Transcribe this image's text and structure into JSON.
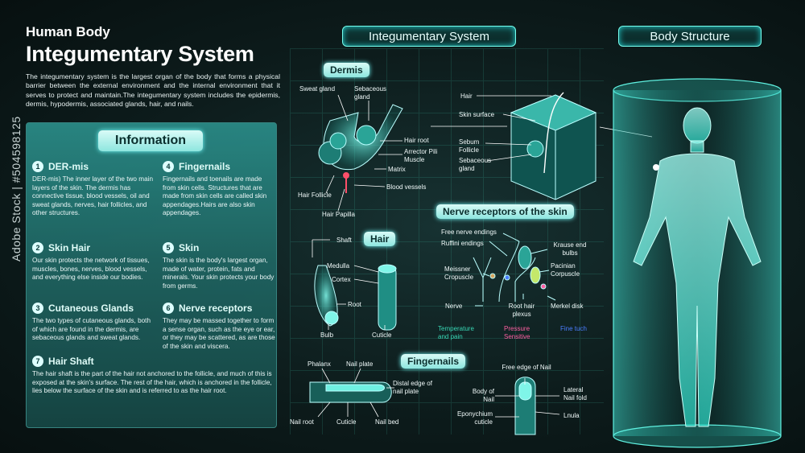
{
  "header": {
    "kicker": "Human Body",
    "title": "Integumentary System",
    "intro": "The integumentary system is the largest organ of the body that forms a physical barrier between the external environment and the internal environment that it serves to protect and maintain.The integumentary system includes the epidermis, dermis, hypodermis, associated glands, hair, and nails."
  },
  "info": {
    "title": "Information",
    "items": [
      {
        "num": "1",
        "title": "DER-mis",
        "text": "DER-mis) The inner layer of the two main layers of the skin. The dermis has connective tissue, blood vessels, oil and sweat glands, nerves, hair follicles, and other structures."
      },
      {
        "num": "2",
        "title": "Skin Hair",
        "text": "Our skin protects the network of tissues, muscles, bones, nerves, blood vessels, and everything else inside our bodies."
      },
      {
        "num": "3",
        "title": "Cutaneous Glands",
        "text": "The two types of cutaneous glands, both of which are found in the dermis, are sebaceous glands and sweat glands."
      },
      {
        "num": "4",
        "title": "Fingernails",
        "text": "Fingernails and toenails are made from skin cells. Structures that are made from skin cells are called skin appendages.Hairs are also skin appendages."
      },
      {
        "num": "5",
        "title": "Skin",
        "text": "The skin is the body's largest organ, made of water, protein, fats and minerals. Your skin protects your body from germs."
      },
      {
        "num": "6",
        "title": "Nerve receptors",
        "text": "They may be massed together to form a sense organ, such as the eye or ear, or they may be scattered, as are those of the skin and viscera."
      },
      {
        "num": "7",
        "title": "Hair Shaft",
        "text": "The hair shaft is the part of the hair not anchored to the follicle, and much of this is exposed at the skin's surface. The rest of the hair, which is anchored in the follicle, lies below the surface of the skin and is referred to as the hair root."
      }
    ]
  },
  "sections": {
    "integumentary": "Integumentary System",
    "body": "Body Structure",
    "dermis": "Dermis",
    "hair": "Hair",
    "nerve": "Nerve receptors of the skin",
    "nails": "Fingernails"
  },
  "dermis_labels": {
    "sweat": "Sweat gland",
    "sebaceous": "Sebaceous gland",
    "hair_root": "Hair root",
    "arrector": "Arrector Pili Muscle",
    "matrix": "Matrix",
    "blood": "Blood vessels",
    "follicle": "Hair Follicle",
    "papilla": "Hair Papilla"
  },
  "skin_labels": {
    "hair": "Hair",
    "surface": "Skin surface",
    "sebum": "Sebum Follicle",
    "sebaceous": "Sebaceous gland"
  },
  "hair_labels": {
    "shaft": "Shaft",
    "medulla": "Medulla",
    "cortex": "Cortex",
    "root": "Root",
    "bulb": "Bulb",
    "cuticle": "Cuticle"
  },
  "nerve_labels": {
    "free": "Free nerve endings",
    "ruffini": "Ruffini endings",
    "krause": "Krause end bulbs",
    "meissner": "Meissner Cropuscle",
    "pacinian": "Pacinian Corpuscle",
    "nerve": "Nerve",
    "plexus": "Root hair plexus",
    "merkel": "Merkel disk"
  },
  "legend": [
    {
      "label": "Temperature and pain",
      "color": "#38d6b4"
    },
    {
      "label": "Pressure Sensitive",
      "color": "#ff5fa2"
    },
    {
      "label": "Fine tuch",
      "color": "#4a7dff"
    }
  ],
  "nail_labels": {
    "phalanx": "Phalanx",
    "plate": "Nail plate",
    "distal": "Distal edge of nail plate",
    "root": "Nail root",
    "cuticle": "Cuticle",
    "bed": "Nail bed",
    "free_edge": "Free edge of Nail",
    "body": "Body of Nail",
    "lateral": "Lateral Nail fold",
    "epony": "Eponychium cuticle",
    "lunula": "Lnula"
  },
  "watermark": "Adobe Stock | #504598125",
  "colors": {
    "accent": "#5ff0e0",
    "panel": "#1f6b68"
  }
}
